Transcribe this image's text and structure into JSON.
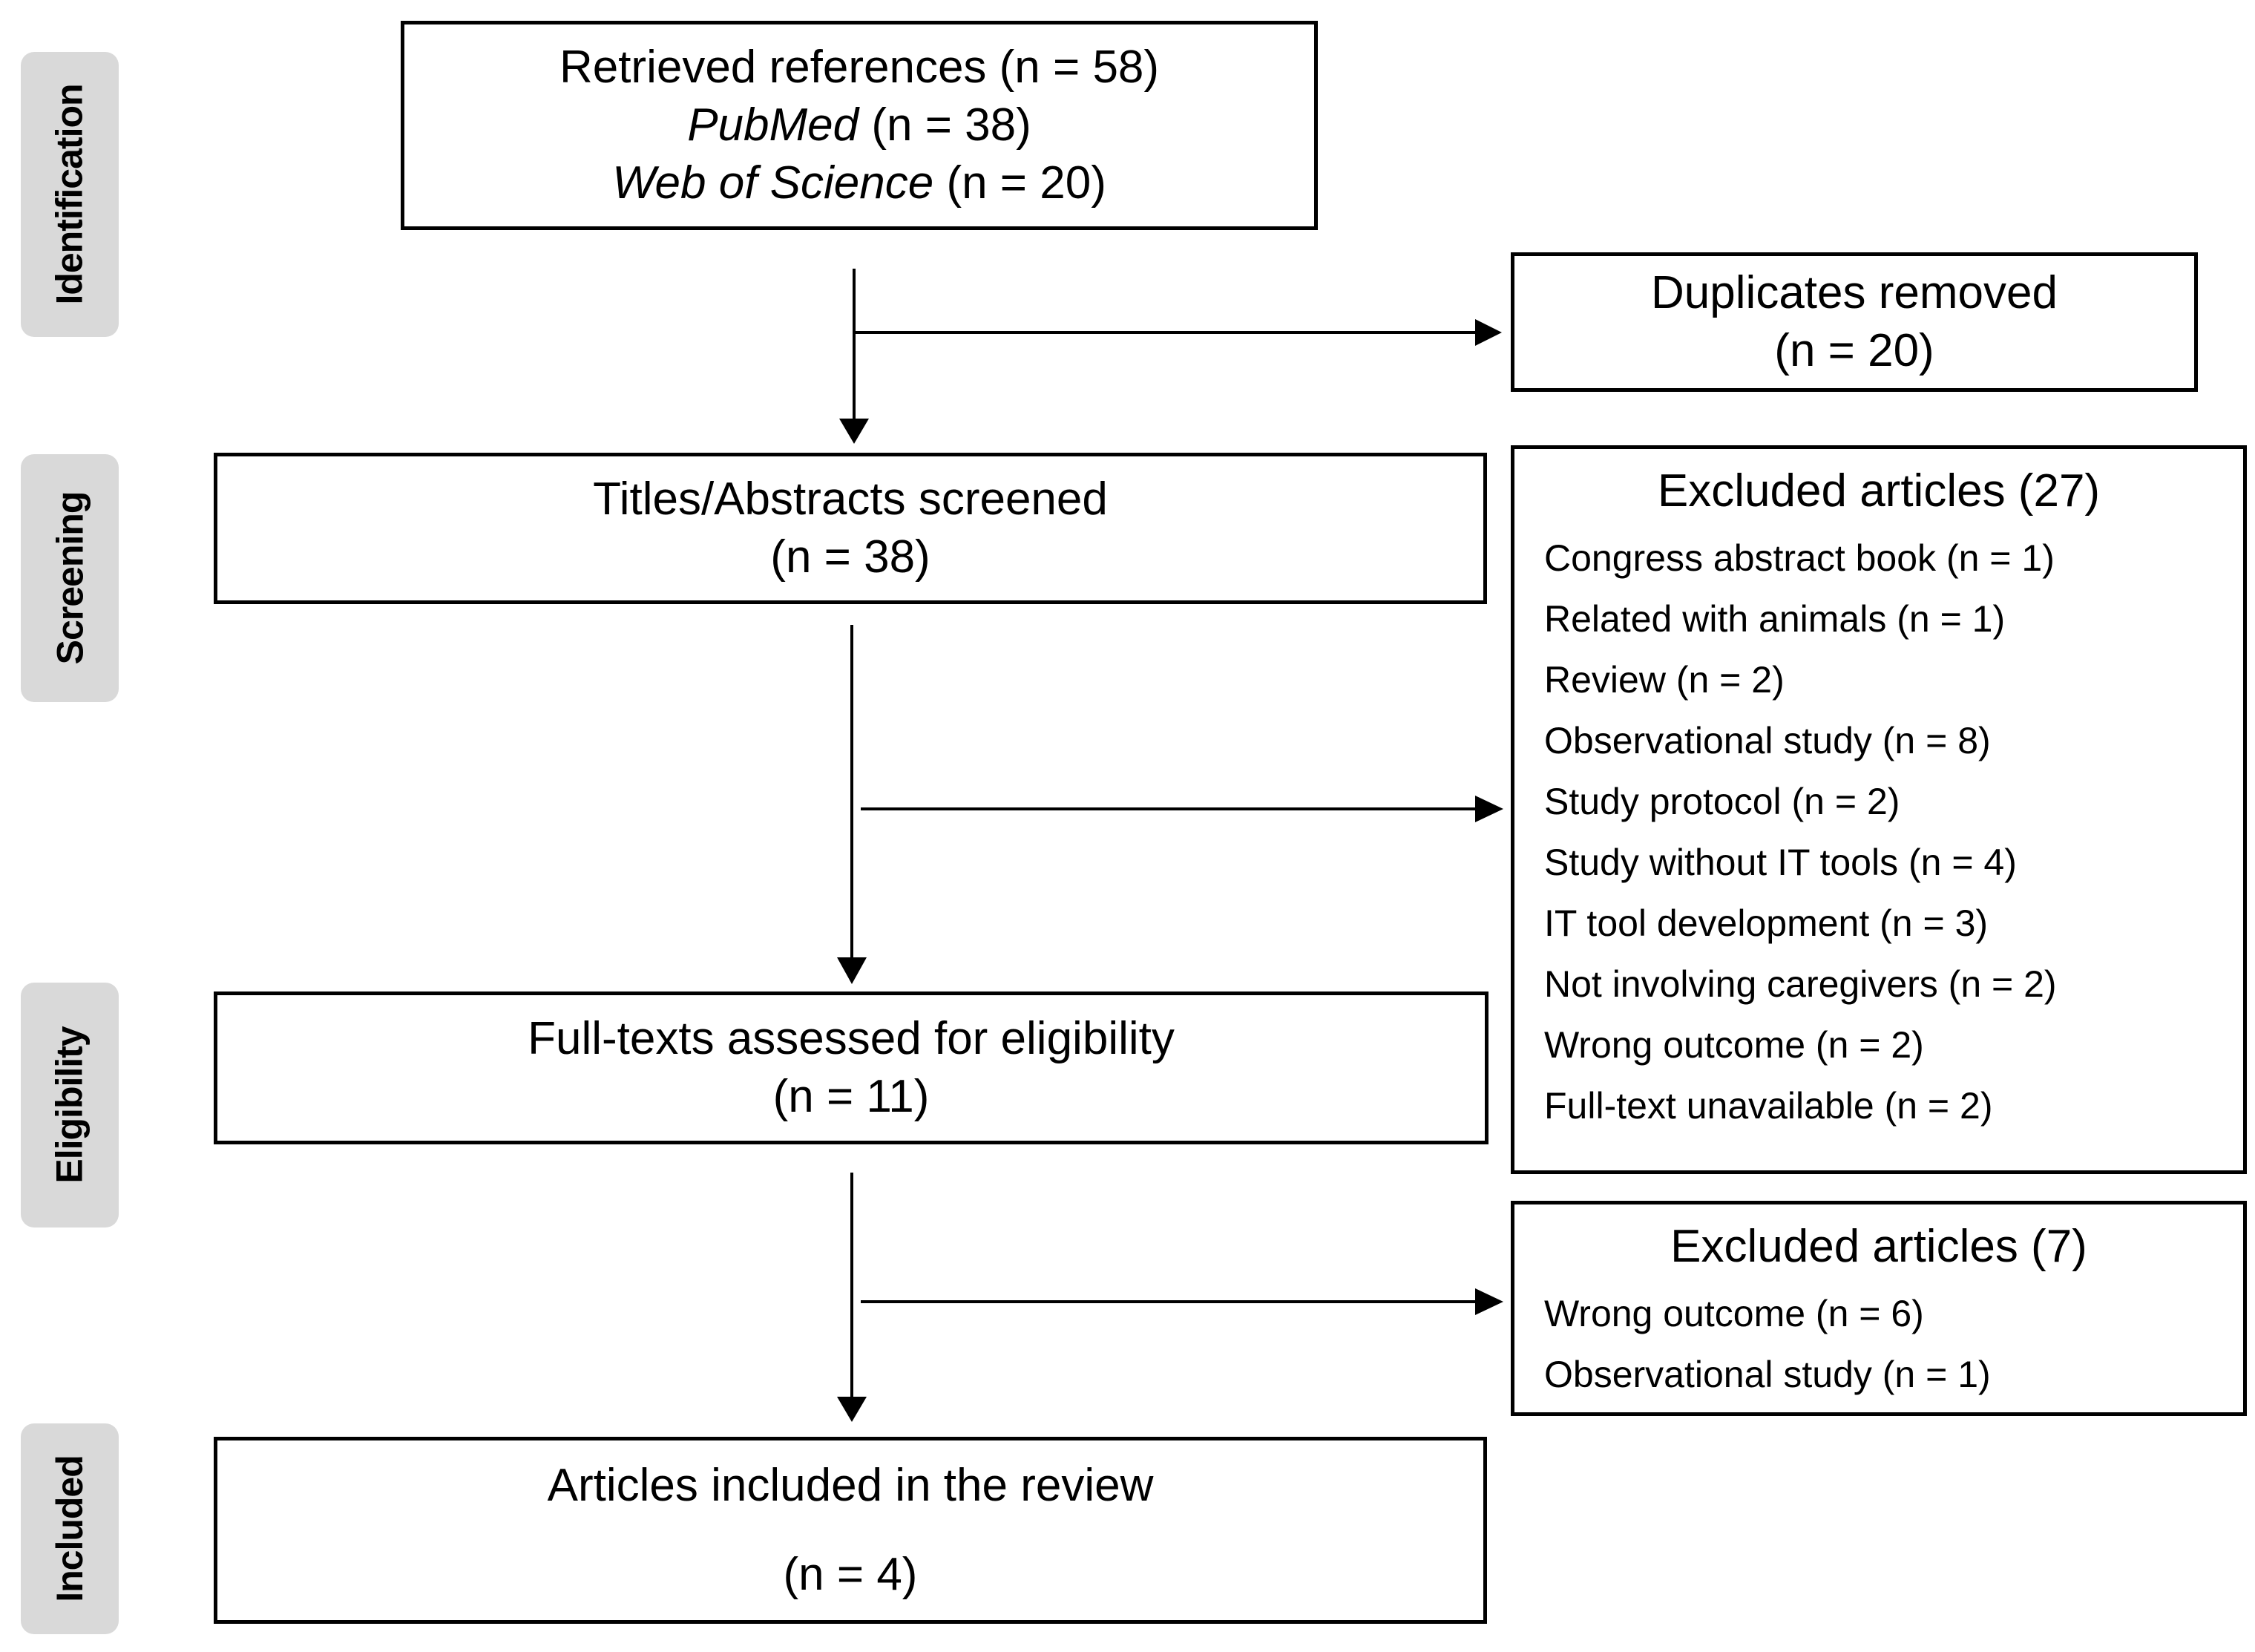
{
  "phases": {
    "identification": "Identification",
    "screening": "Screening",
    "eligibility": "Eligibility",
    "included": "Included"
  },
  "retrieved": {
    "title": "Retrieved references (n = 58)",
    "pubmed_name": "PubMed",
    "pubmed_count": "(n = 38)",
    "wos_name": "Web of Science",
    "wos_count": "(n = 20)"
  },
  "duplicates": {
    "title": "Duplicates removed",
    "count": "(n = 20)"
  },
  "screened": {
    "title": "Titles/Abstracts screened",
    "count": "(n = 38)"
  },
  "excluded_screening": {
    "title": "Excluded articles (27)",
    "items": [
      "Congress abstract book (n = 1)",
      "Related with animals (n = 1)",
      "Review (n = 2)",
      "Observational study (n = 8)",
      "Study protocol (n = 2)",
      "Study without IT tools (n = 4)",
      "IT tool development (n = 3)",
      "Not involving caregivers (n = 2)",
      "Wrong outcome (n = 2)",
      "Full-text unavailable (n = 2)"
    ]
  },
  "eligibility": {
    "title": "Full-texts assessed for eligibility",
    "count": "(n = 11)"
  },
  "excluded_eligibility": {
    "title": "Excluded articles (7)",
    "items": [
      "Wrong outcome (n = 6)",
      "Observational study (n = 1)"
    ]
  },
  "included": {
    "title": "Articles included in the review",
    "count": "(n = 4)"
  }
}
